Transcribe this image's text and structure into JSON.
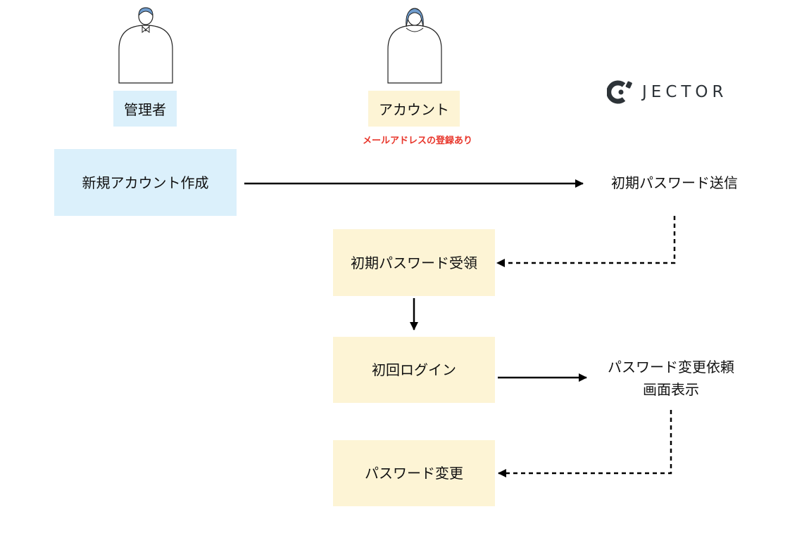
{
  "actors": {
    "admin": {
      "label": "管理者"
    },
    "account": {
      "label": "アカウント",
      "note": "メールアドレスの登録あり"
    }
  },
  "brand": {
    "logo_text": "JECTOR",
    "color": "#2d3338"
  },
  "steps": {
    "create_account": "新規アカウント作成",
    "send_initial_password": "初期パスワード送信",
    "receive_initial_password": "初期パスワード受領",
    "first_login": "初回ログイン",
    "change_request_screen_line1": "パスワード変更依頼",
    "change_request_screen_line2": "画面表示",
    "change_password": "パスワード変更"
  },
  "colors": {
    "admin_fill": "#dbf0fb",
    "account_fill": "#fdf4d5",
    "note_red": "#e8352a",
    "arrow": "#000000",
    "avatar_hair": "#6f9ccd"
  }
}
